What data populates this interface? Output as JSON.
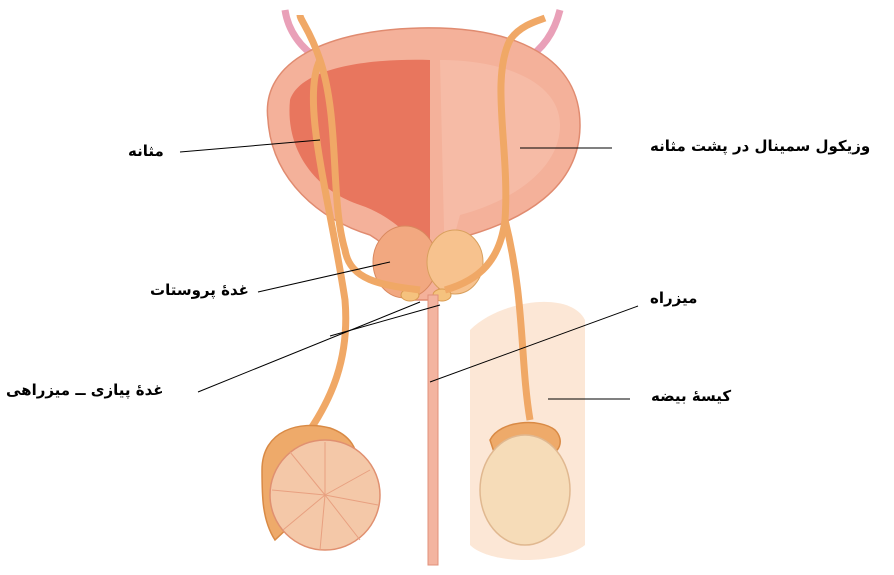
{
  "labels": {
    "bladder": "مثانه",
    "seminal_vesicle": "وزیکول سمینال در پشت مثانه",
    "prostate": "غدهٔ پروستات",
    "urethra": "میزراه",
    "bulbourethral": "غدهٔ پیازی ــ میزراهی",
    "scrotum": "کیسهٔ بیضه"
  },
  "colors": {
    "bladder_outer": "#f4b19a",
    "bladder_inner": "#e8765e",
    "duct": "#f0a866",
    "duct_edge": "#d98a45",
    "prostate": "#f2a880",
    "testis": "#f6dcb8",
    "epididymis": "#eeaa6a",
    "scrotum": "#fbe3cf",
    "urethra": "#f3b4a0",
    "ureter": "#e9a0b8",
    "leader": "#000000"
  }
}
